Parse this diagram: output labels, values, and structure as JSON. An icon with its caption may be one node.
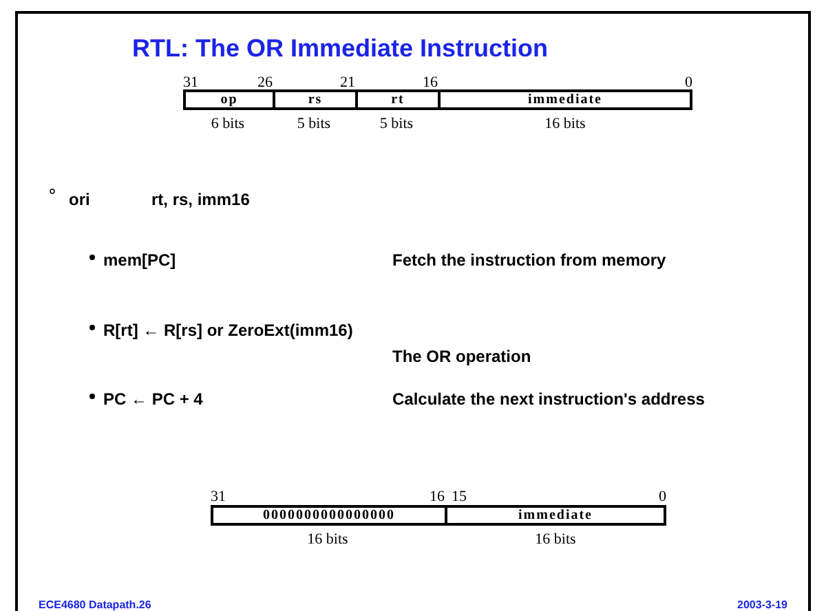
{
  "diagram": {
    "title": "RTL: The OR Immediate Instruction",
    "nodes": [
      {
        "text": [
          "op"
        ],
        "beside": [
          "6 bits"
        ]
      },
      {
        "text": [
          "rs"
        ],
        "beside": [
          "5 bits"
        ]
      },
      {
        "text": [
          "rt"
        ],
        "beside": [
          "5 bits"
        ]
      },
      {
        "text": [
          "immediate"
        ],
        "beside": [
          "16 bits"
        ]
      },
      {
        "text": [
          "0000000000000000"
        ],
        "beside": [
          "16 bits"
        ]
      },
      {
        "text": [
          "immediate"
        ],
        "beside": [
          "16 bits"
        ]
      }
    ],
    "labels": [
      "31",
      "26",
      "21",
      "16",
      "0",
      "ori",
      "rt, rs, imm16",
      "mem[PC]",
      "Fetch the instruction from memory",
      "R[rt] ← R[rs] or ZeroExt(imm16)",
      "The OR operation",
      "PC ← PC + 4",
      "Calculate the next instruction's  address",
      "31",
      "16",
      "15",
      "0",
      "ECE4680  Datapath.26",
      "2003-3-19"
    ]
  }
}
